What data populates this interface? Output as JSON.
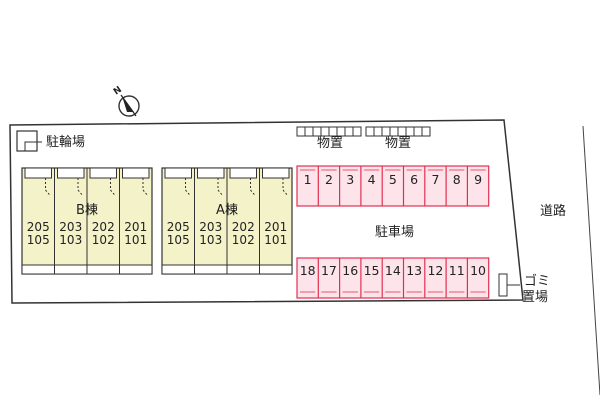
{
  "compass": {
    "north_label": "N"
  },
  "labels": {
    "bicycle_parking": "駐輪場",
    "storage_1": "物置",
    "storage_2": "物置",
    "road": "道路",
    "parking_lot": "駐車場",
    "garbage_line1": "ゴミ",
    "garbage_line2": "置場"
  },
  "buildings": [
    {
      "name": "B棟",
      "units": [
        {
          "upper": "205",
          "lower": "105"
        },
        {
          "upper": "203",
          "lower": "103"
        },
        {
          "upper": "202",
          "lower": "102"
        },
        {
          "upper": "201",
          "lower": "101"
        }
      ]
    },
    {
      "name": "A棟",
      "units": [
        {
          "upper": "205",
          "lower": "105"
        },
        {
          "upper": "203",
          "lower": "103"
        },
        {
          "upper": "202",
          "lower": "102"
        },
        {
          "upper": "201",
          "lower": "101"
        }
      ]
    }
  ],
  "parking_top": [
    "1",
    "2",
    "3",
    "4",
    "5",
    "6",
    "7",
    "8",
    "9"
  ],
  "parking_bottom": [
    "18",
    "17",
    "16",
    "15",
    "14",
    "13",
    "12",
    "11",
    "10"
  ],
  "colors": {
    "building_fill": "#f4f2c8",
    "parking_fill": "#fde3ea",
    "parking_stroke": "#e03050",
    "outline": "#333333"
  }
}
